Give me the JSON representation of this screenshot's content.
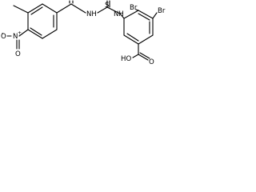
{
  "molecule": {
    "atom_labels": {
      "br_top": "Br",
      "br_right": "Br",
      "nitro_o_minus": "O",
      "nitro_minus_charge": "-",
      "nitro_n_plus": "N",
      "nitro_plus_charge": "+",
      "nitro_o": "O",
      "nh_amide": "NH",
      "nh_thioamide": "NH",
      "sulfur": "S",
      "carbonyl_o": "O",
      "acid_o": "O",
      "acid_oh": "HO"
    }
  }
}
